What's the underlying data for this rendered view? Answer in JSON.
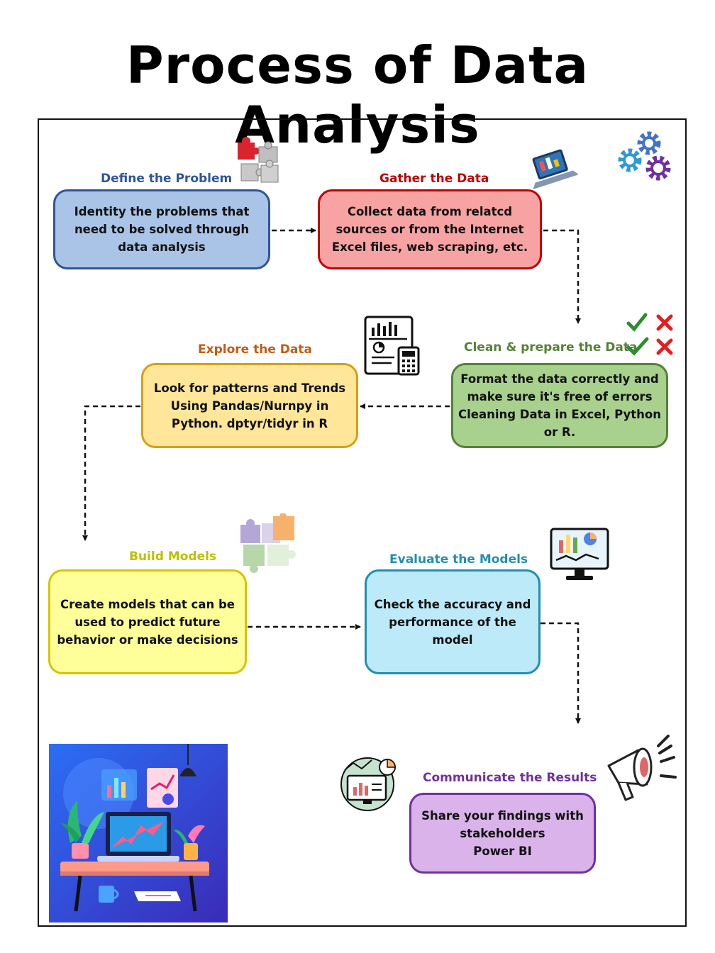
{
  "title": "Process of Data Analysis",
  "colors": {
    "blue": "#2f5597",
    "red": "#c00000",
    "green": "#548235",
    "orange": "#c55a11",
    "yellow_title": "#bfbf00",
    "teal": "#1f8fb3",
    "purple": "#7030a0"
  },
  "steps": {
    "define": {
      "title": "Define the Problem",
      "lines": [
        "Identity the problems that",
        "need to be solved through",
        "data analysis"
      ],
      "icon": "puzzle-pieces-icon"
    },
    "gather": {
      "title": "Gather the Data",
      "lines": [
        "Collect data from relatcd",
        "sources or from the Internet",
        "Excel files, web scraping, etc."
      ],
      "icon": "laptop-icon"
    },
    "clean": {
      "title": "Clean & prepare the Data",
      "lines": [
        "Format the data correctly and",
        "make sure it's free of errors",
        "Cleaning Data in Excel, Python",
        "or R."
      ],
      "icon": "check-cross-icon"
    },
    "explore": {
      "title": "Explore the Data",
      "lines": [
        "Look for patterns and Trends",
        "Using Pandas/Nurnpy in",
        "Python. dptyr/tidyr in R"
      ],
      "icon": "report-calculator-icon"
    },
    "build": {
      "title": "Build Models",
      "lines": [
        "Create models that can be",
        "used to predict future",
        "behavior or make decisions"
      ],
      "icon": "colored-puzzle-icon"
    },
    "evaluate": {
      "title": "Evaluate the Models",
      "lines": [
        "Check the accuracy and",
        "performance of the",
        "model"
      ],
      "icon": "monitor-chart-icon"
    },
    "communicate": {
      "title": "Communicate the Results",
      "lines": [
        "Share your findings with",
        "stakeholders",
        "Power BI"
      ],
      "icon": "megaphone-icon"
    }
  }
}
